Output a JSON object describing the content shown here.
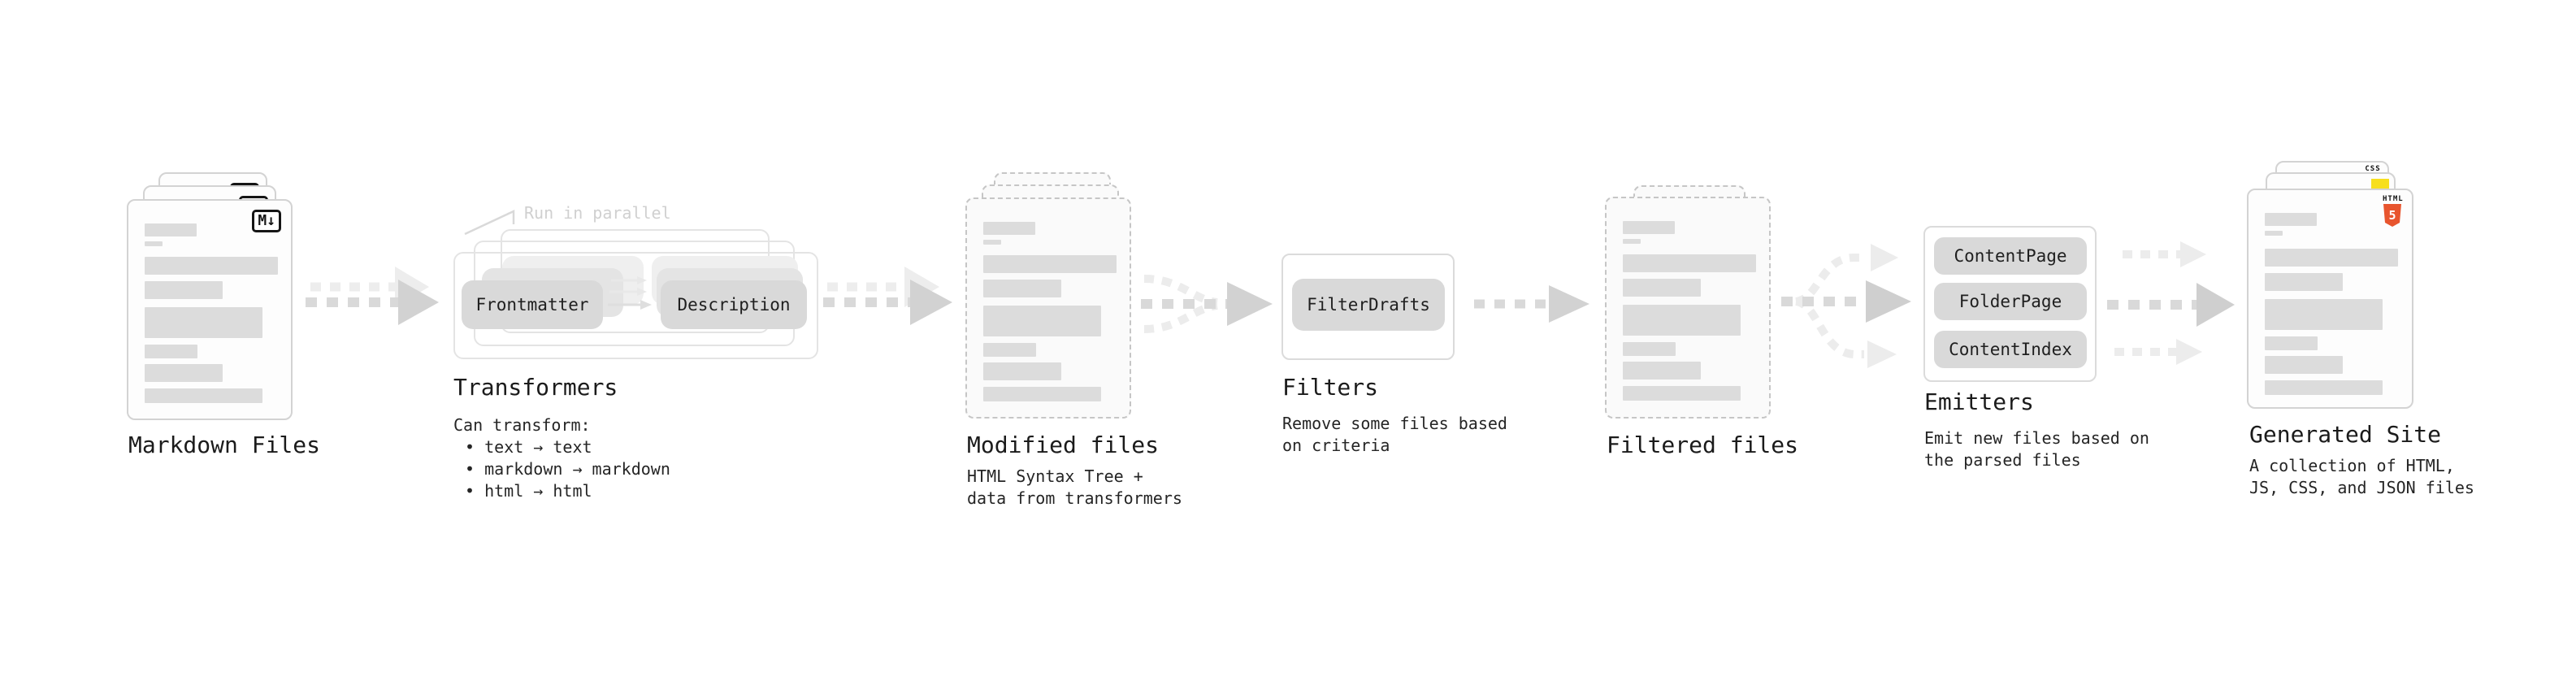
{
  "stages": {
    "markdown": {
      "title": "Markdown Files",
      "badge": "M↓"
    },
    "transformers": {
      "title": "Transformers",
      "note": "Run in parallel",
      "button1": "Frontmatter",
      "button2": "Description",
      "desc_heading": "Can transform:",
      "bullet1": "• text → text",
      "bullet2": "• markdown → markdown",
      "bullet3": "• html → html"
    },
    "modified": {
      "title": "Modified files",
      "desc_line1": "HTML Syntax Tree +",
      "desc_line2": "data from transformers"
    },
    "filters": {
      "title": "Filters",
      "button1": "FilterDrafts",
      "desc_line1": "Remove some files based",
      "desc_line2": "on criteria"
    },
    "filtered": {
      "title": "Filtered files"
    },
    "emitters": {
      "title": "Emitters",
      "button1": "ContentPage",
      "button2": "FolderPage",
      "button3": "ContentIndex",
      "desc_line1": "Emit new files based on",
      "desc_line2": "the parsed files"
    },
    "generated": {
      "title": "Generated Site",
      "badge_css": "CSS",
      "badge_html_word": "HTML",
      "badge_html_number": "5",
      "desc_line1": "A collection of HTML,",
      "desc_line2": "JS, CSS, and JSON files"
    }
  },
  "colors": {
    "html5_orange": "#e8552e",
    "js_yellow": "#f7df1e",
    "css_blue": "#2563eb",
    "bar_gray": "#dcdcdc",
    "arrow_dark": "#d6d6d6",
    "arrow_light": "#ececec",
    "note_gray": "#d0d0d0"
  }
}
